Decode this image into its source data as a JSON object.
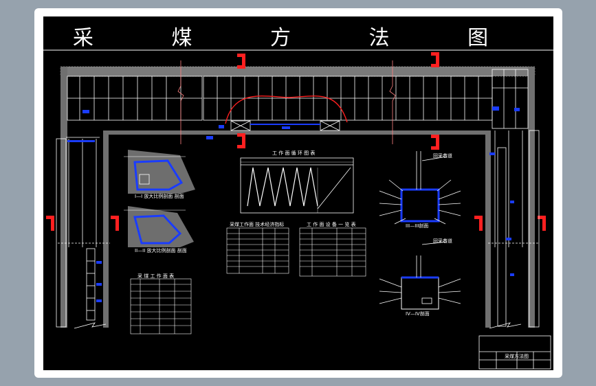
{
  "title": "采 煤 方 法 图",
  "labels": {
    "section_1": "I—I  放大比例剖面  剖面",
    "section_2": "II—II  放大比例剖面  剖面",
    "section_3": "III—III剖面",
    "section_4": "IV—IV剖面",
    "chart_title": "工 作 面 循 环 图 表",
    "table_1_title": "采煤工作面 技术经济指标",
    "table_2_title": "工 作 面 设 备 一 览 表",
    "table_3_title": "采 煤 工 作 面 表",
    "annot_top": "回采巷道",
    "annot_bottom": "回采巷道"
  },
  "title_block": {
    "drawing_name": "采煤方法图"
  },
  "colors": {
    "background": "#000000",
    "frame": "#ffffff",
    "line": "#ffffff",
    "accent_red": "#ff2020",
    "accent_blue": "#1a3cff",
    "rock": "#8a8a8a"
  }
}
